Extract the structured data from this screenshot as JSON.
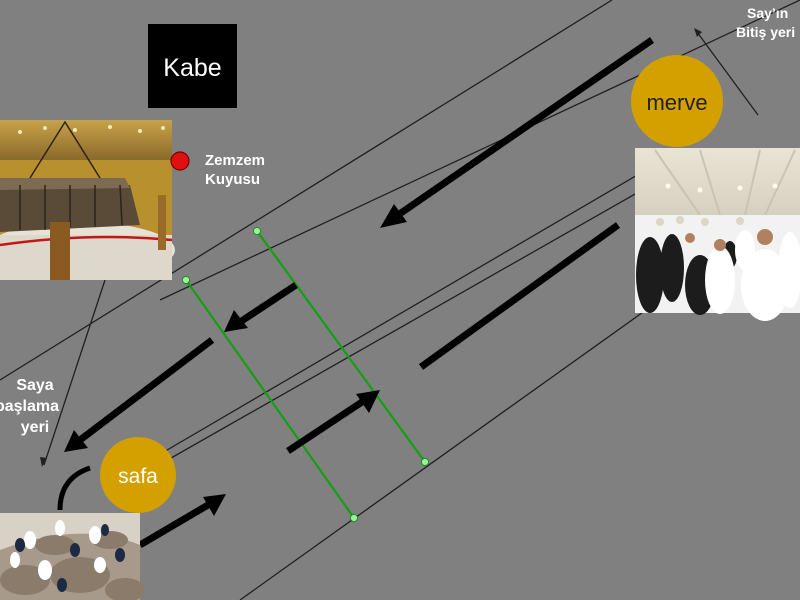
{
  "kabe": {
    "label": "Kabe"
  },
  "zemzem": {
    "line1": "Zemzem",
    "line2": "Kuyusu",
    "marker_color": "#e01010"
  },
  "start": {
    "line1": "Saya",
    "line2": "başlama",
    "line3": "yeri"
  },
  "end": {
    "line1": "Say’ın",
    "line2": "Bitiş yeri"
  },
  "hills": {
    "safa": {
      "label": "safa"
    },
    "merve": {
      "label": "merve"
    }
  },
  "photos": {
    "zemzem_well": "zemzem-well-photo",
    "crowd": "pilgrims-crowd-photo",
    "safa_rocks": "safa-hill-photo"
  },
  "colors": {
    "background": "#808080",
    "hill": "#d4a000",
    "green_line": "#12a012",
    "green_marker": "#90ff90",
    "arrow": "#000000"
  }
}
